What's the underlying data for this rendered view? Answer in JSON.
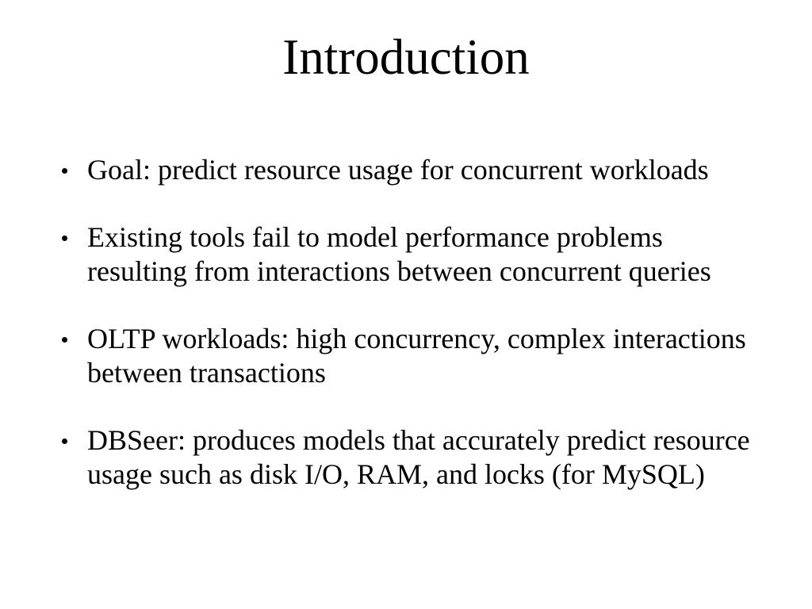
{
  "slide": {
    "title": "Introduction",
    "bullets": [
      {
        "text": "Goal: predict resource usage for concurrent workloads"
      },
      {
        "text": "Existing tools fail to model performance problems\nresulting from interactions between concurrent queries"
      },
      {
        "text": "OLTP workloads: high concurrency, complex interactions\nbetween transactions"
      },
      {
        "text": "DBSeer: produces models that accurately predict resource\nusage such as disk I/O, RAM, and locks (for MySQL)"
      }
    ],
    "colors": {
      "background": "#ffffff",
      "text": "#000000"
    }
  }
}
